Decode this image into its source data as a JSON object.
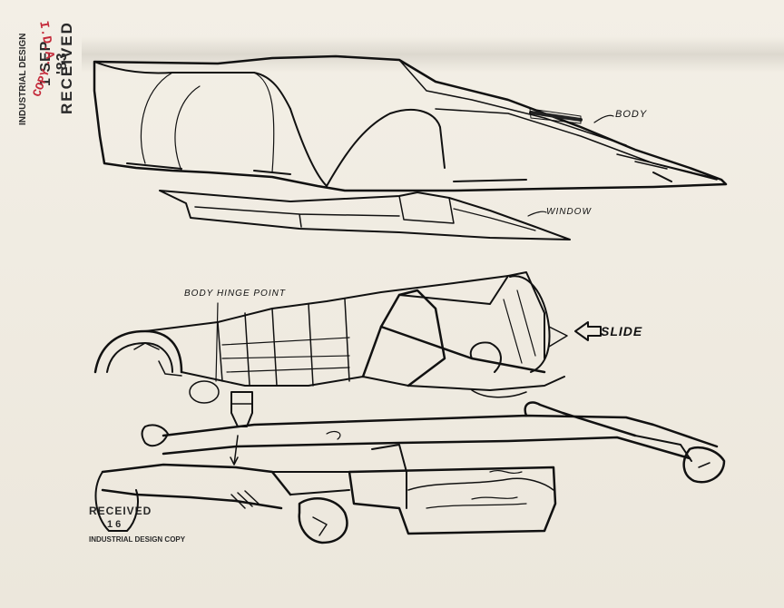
{
  "stamps": {
    "top": {
      "received": "RECEIVED",
      "date": "1 SEP '83",
      "department": "INDUSTRIAL DESIGN"
    },
    "red_marks": [
      "I.D.A.",
      "COPY"
    ],
    "bottom": {
      "received": "RECEIVED",
      "date": "1 6",
      "department": "INDUSTRIAL DESIGN COPY"
    }
  },
  "labels": {
    "body": "BODY",
    "window": "WINDOW",
    "hinge": "BODY HINGE POINT",
    "slide": "SLIDE"
  },
  "colors": {
    "paper": "#efeae0",
    "ink": "#111111",
    "stamp_red": "#c42a3a"
  }
}
